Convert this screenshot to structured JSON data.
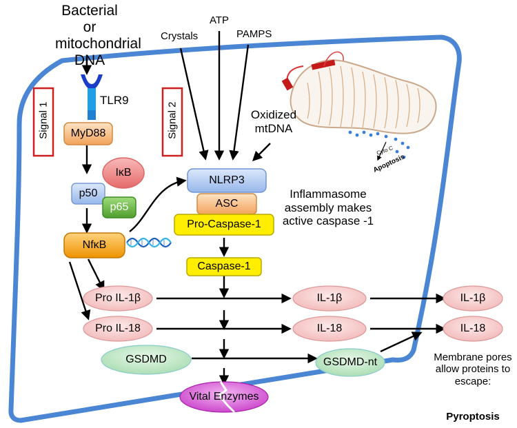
{
  "inputs": {
    "dna_label": "Bacterial or mitochondrial DNA",
    "crystals": "Crystals",
    "atp": "ATP",
    "pamps": "PAMPS",
    "oxidized": "Oxidized mtDNA"
  },
  "signals": {
    "signal1": "Signal 1",
    "signal2": "Signal 2"
  },
  "nodes": {
    "tlr9": "TLR9",
    "myd88": "MyD88",
    "ikb": "IκB",
    "p50": "p50",
    "p65": "p65",
    "nfkb": "NfκB",
    "nlrp3": "NLRP3",
    "asc": "ASC",
    "procasp1": "Pro-Caspase-1",
    "casp1": "Caspase-1",
    "proil1b": "Pro IL-1β",
    "proil18": "Pro IL-18",
    "il1b": "IL-1β",
    "il18": "IL-18",
    "il1b_out": "IL-1β",
    "il18_out": "IL-18",
    "gsdmd": "GSDMD",
    "gsdmdnt": "GSDMD-nt",
    "vital": "Vital Enzymes"
  },
  "notes": {
    "inflammasome": "Inflammasome assembly makes active caspase -1",
    "membrane": "Membrane pores allow proteins to escape:",
    "pyroptosis": "Pyroptosis"
  },
  "mito": {
    "cytoc": "Cyto C",
    "apoptosis": "Apoptosis"
  },
  "colors": {
    "cell_border": "#4a86d4",
    "signal_box": "#cc1f1f",
    "myd88": "#f5b97a",
    "ikb": "#f08a8a",
    "p50": "#a9c4ee",
    "p65": "#6fbf4a",
    "nfkb": "#f5a623",
    "nlrp3": "#b7cdf2",
    "asc": "#f5b97a",
    "caspase": "#ffee00",
    "il": "#f8d0d0",
    "gsdmd": "#bfe6c4",
    "vital": "#d95fd9"
  }
}
